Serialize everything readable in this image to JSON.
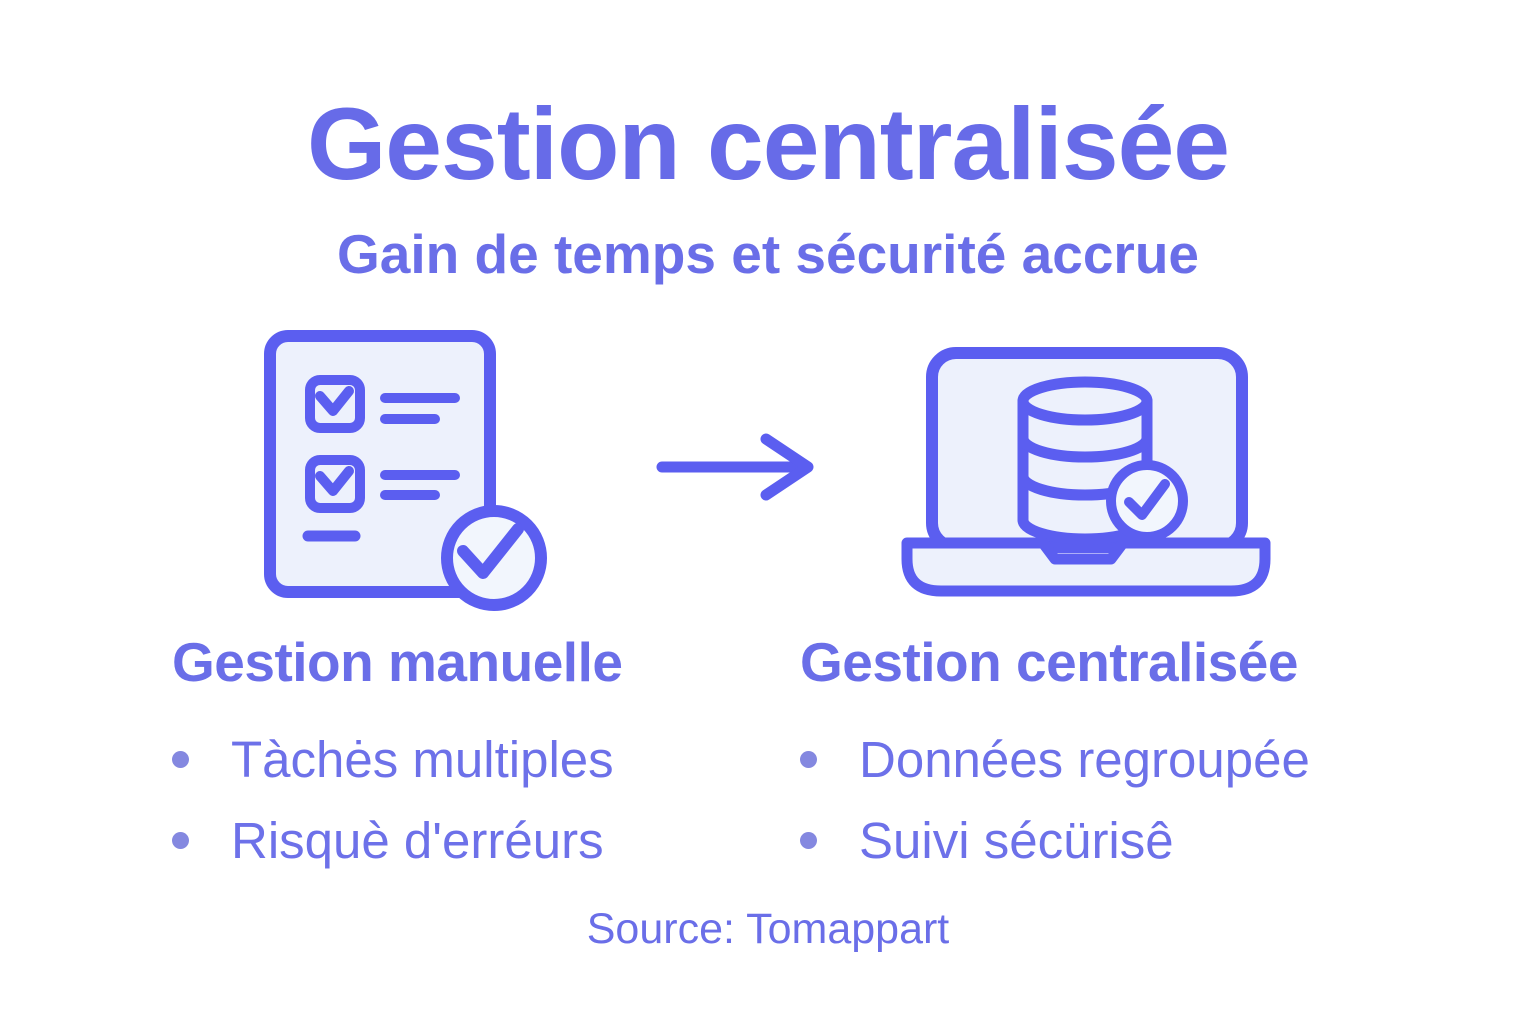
{
  "title": "Gestion centralisée",
  "subtitle": "Gain de temps et sécurité accrue",
  "comparison": {
    "left": {
      "heading": "Gestion manuelle",
      "bullets": [
        "Tàchės multiples",
        "Risquè d'erréurs"
      ]
    },
    "right": {
      "heading": "Gestion centralisée",
      "bullets": [
        "Données regroupée",
        "Suivi sécürisê"
      ]
    }
  },
  "footer": {
    "source": "Source: Tomappart"
  },
  "icons": {
    "left": "checklist-document-with-check-icon",
    "middle": "right-arrow-icon",
    "right": "laptop-database-with-check-icon"
  },
  "colors": {
    "background": "#ffffff",
    "text_purple": "#6a6ee8",
    "icon_stroke": "#5b5ef0",
    "icon_fill": "#edf1fc",
    "check_circle_fill": "#f2f6fd",
    "bullet_dot": "#8488e0"
  }
}
